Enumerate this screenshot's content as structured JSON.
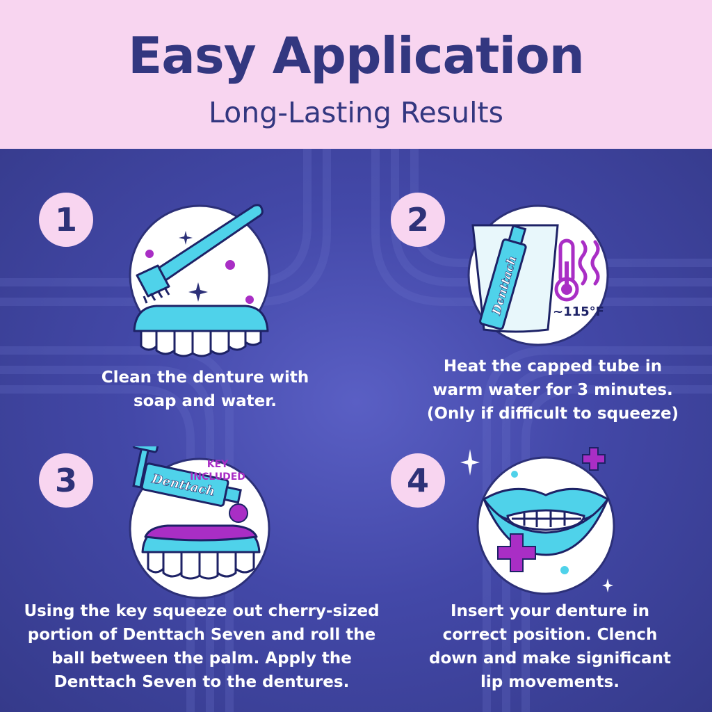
{
  "header": {
    "title": "Easy Application",
    "subtitle": "Long-Lasting Results"
  },
  "steps": [
    {
      "number": "1",
      "caption": "Clean the denture with soap and water.",
      "icon": "toothbrush-denture-icon"
    },
    {
      "number": "2",
      "caption": "Heat the capped tube in warm water for 3 minutes. (Only if difficult to squeeze)",
      "icon": "tube-in-glass-icon",
      "tube_label": "Denttach",
      "temperature": "~115°F"
    },
    {
      "number": "3",
      "caption": "Using the key squeeze out cherry-sized portion of Denttach Seven and roll the ball between the palm. Apply the Denttach Seven to the dentures.",
      "icon": "tube-with-key-icon",
      "tube_label": "Denttach",
      "key_note": [
        "KEY",
        "INCLUDED"
      ]
    },
    {
      "number": "4",
      "caption": "Insert your denture in correct position. Clench down and make significant lip movements.",
      "icon": "smiling-lips-icon"
    }
  ],
  "colors": {
    "header_bg": "#f8d5f0",
    "title": "#333780",
    "panel_bg": "#3b3f95",
    "accent_cyan": "#4fd2ea",
    "accent_magenta": "#a92ec5"
  }
}
